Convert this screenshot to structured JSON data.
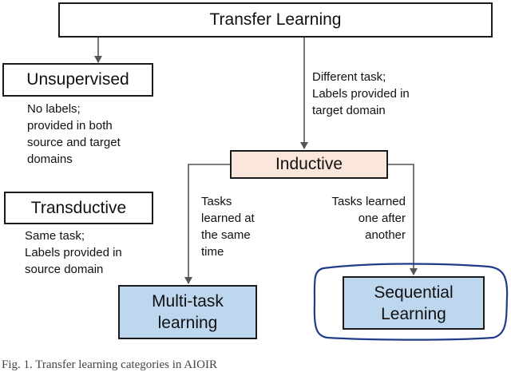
{
  "boxes": {
    "transfer_learning": "Transfer Learning",
    "unsupervised": "Unsupervised",
    "transductive": "Transductive",
    "inductive": "Inductive",
    "multi_task_line1": "Multi-task",
    "multi_task_line2": "learning",
    "sequential_line1": "Sequential",
    "sequential_line2": "Learning"
  },
  "notes": {
    "unsupervised": "No labels;\nprovided in both\nsource and target\ndomains",
    "inductive_edge": "Different task;\nLabels provided in\ntarget domain",
    "transductive": "Same task;\nLabels provided in\nsource domain",
    "multi_task_edge": "Tasks\nlearned at\nthe same\ntime",
    "sequential_edge": "Tasks learned\none after\nanother"
  },
  "caption": "Fig. 1.  Transfer learning categories in AIOIR",
  "colors": {
    "inductive_fill": "#fae6da",
    "leaf_fill": "#bdd7ee",
    "highlight_outline": "#1f3c88",
    "line": "#555555"
  }
}
